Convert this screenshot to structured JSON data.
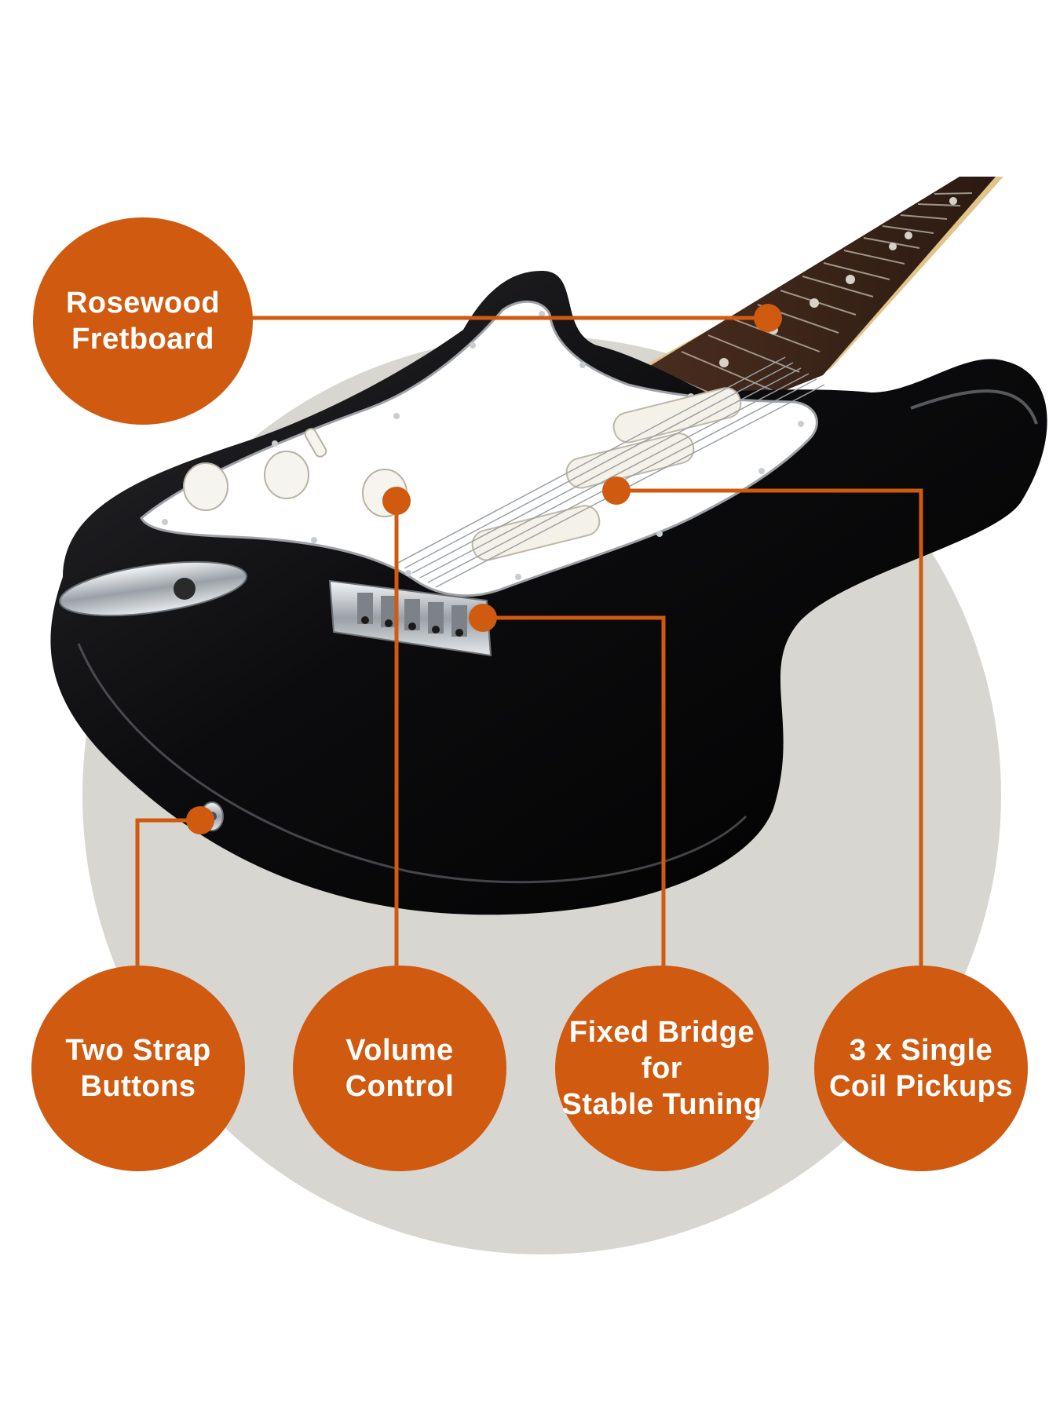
{
  "colors": {
    "accent": "#CF5A10",
    "backdrop": "#D8D6D0",
    "guitar_body": "#0C0C0E",
    "pickguard": "#FFFFFF",
    "fretboard": "#3A2418",
    "chrome": "#C8CCD0"
  },
  "callouts": [
    {
      "id": "rosewood-fretboard",
      "label": "Rosewood\nFretboard"
    },
    {
      "id": "two-strap-buttons",
      "label": "Two Strap\nButtons"
    },
    {
      "id": "volume-control",
      "label": "Volume\nControl"
    },
    {
      "id": "fixed-bridge",
      "label": "Fixed Bridge for\nStable Tuning"
    },
    {
      "id": "single-coil-pickups",
      "label": "3 x Single\nCoil Pickups"
    }
  ]
}
